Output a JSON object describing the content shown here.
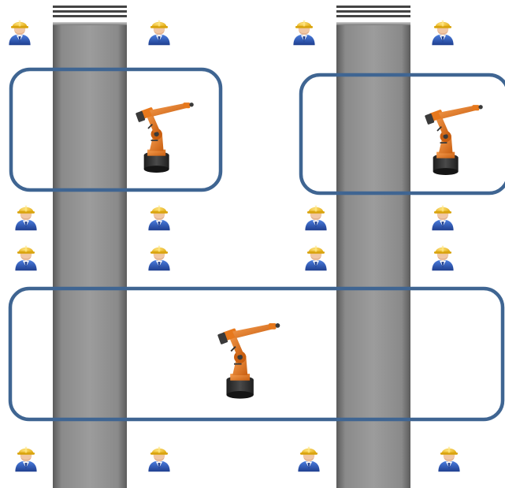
{
  "scene": {
    "background": "#ffffff",
    "conveyors": [
      {
        "id": "conveyor-left"
      },
      {
        "id": "conveyor-right"
      }
    ],
    "zones": [
      {
        "id": "zone-top-left",
        "contains": "robot-arm"
      },
      {
        "id": "zone-top-right",
        "contains": "robot-arm"
      },
      {
        "id": "zone-bottom",
        "contains": "robot-arm"
      }
    ],
    "workers_count": 16,
    "robots_count": 3,
    "icons": {
      "worker": "worker-icon",
      "robot": "industrial-robot-arm-icon"
    },
    "colors": {
      "zone_border": "#3F6592",
      "conveyor_dark": "#6f6f6f",
      "conveyor_light": "#a9a9a9",
      "helmet": "#F3C21B",
      "worker_body": "#2F5BB5",
      "worker_skin": "#F1C7A3",
      "robot_orange": "#EC7A1C",
      "robot_base": "#333333"
    }
  }
}
